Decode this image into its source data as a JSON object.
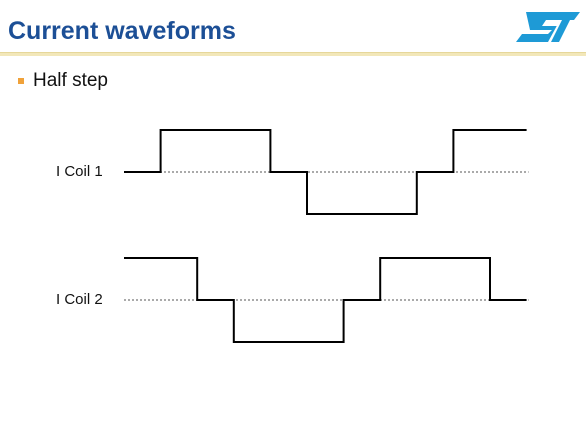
{
  "slide": {
    "title": "Current waveforms",
    "bullet": "Half step",
    "logo_icon": "st-logo-icon",
    "colors": {
      "title": "#1c4f96",
      "logo": "#1e9ad6",
      "bullet": "#f0a23a",
      "waveform": "#000000",
      "baseline": "#555555"
    }
  },
  "waveforms": [
    {
      "label": "I Coil 1",
      "levels": [
        0,
        1,
        1,
        1,
        0,
        -1,
        -1,
        -1,
        0,
        1,
        1
      ]
    },
    {
      "label": "I Coil 2",
      "levels": [
        1,
        1,
        0,
        -1,
        -1,
        -1,
        0,
        1,
        1,
        1,
        0
      ]
    }
  ]
}
